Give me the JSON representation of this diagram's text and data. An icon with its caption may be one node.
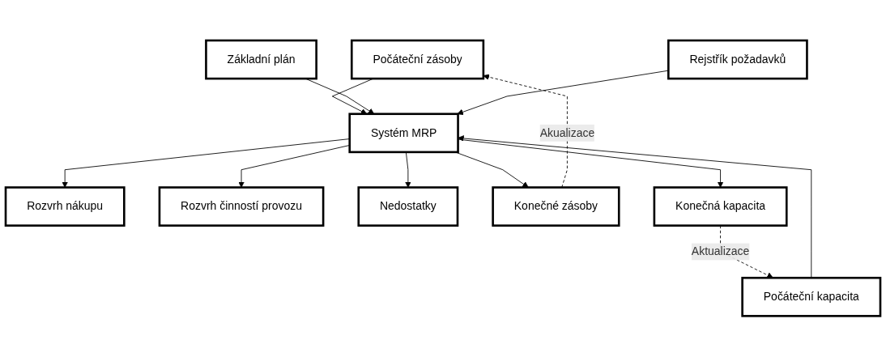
{
  "diagram": {
    "nodes": [
      {
        "text": [
          "Počáteční zásoby"
        ]
      },
      {
        "text": [
          "Základní plán"
        ]
      },
      {
        "text": [
          "Rejstřík požadavků"
        ]
      },
      {
        "text": [
          "Systém MRP"
        ]
      },
      {
        "text": [
          "Počáteční kapacita"
        ]
      },
      {
        "text": [
          "Rozvrh nákupu"
        ]
      },
      {
        "text": [
          "Rozvrh činností provozu"
        ]
      },
      {
        "text": [
          "Nedostatky"
        ]
      },
      {
        "text": [
          "Konečné zásoby"
        ]
      },
      {
        "text": [
          "Konečná kapacita"
        ]
      }
    ],
    "edges": [
      {
        "from": 0,
        "to": 3,
        "arrow": "to"
      },
      {
        "from": 1,
        "to": 3,
        "arrow": "to"
      },
      {
        "from": 2,
        "to": 3,
        "arrow": "to"
      },
      {
        "from": 4,
        "to": 3,
        "arrow": "to"
      },
      {
        "from": 3,
        "to": 5,
        "arrow": "to"
      },
      {
        "from": 3,
        "to": 8,
        "arrow": "to"
      },
      {
        "from": 3,
        "to": 6,
        "arrow": "to"
      },
      {
        "from": 3,
        "to": 9,
        "arrow": "to"
      },
      {
        "from": 3,
        "to": 7,
        "arrow": "to"
      },
      {
        "from": 8,
        "to": 0,
        "arrow": "to",
        "style": "dashed",
        "label": "Akualizace"
      },
      {
        "from": 9,
        "to": 4,
        "arrow": "to",
        "style": "dashed",
        "label": "Aktualizace"
      }
    ]
  }
}
